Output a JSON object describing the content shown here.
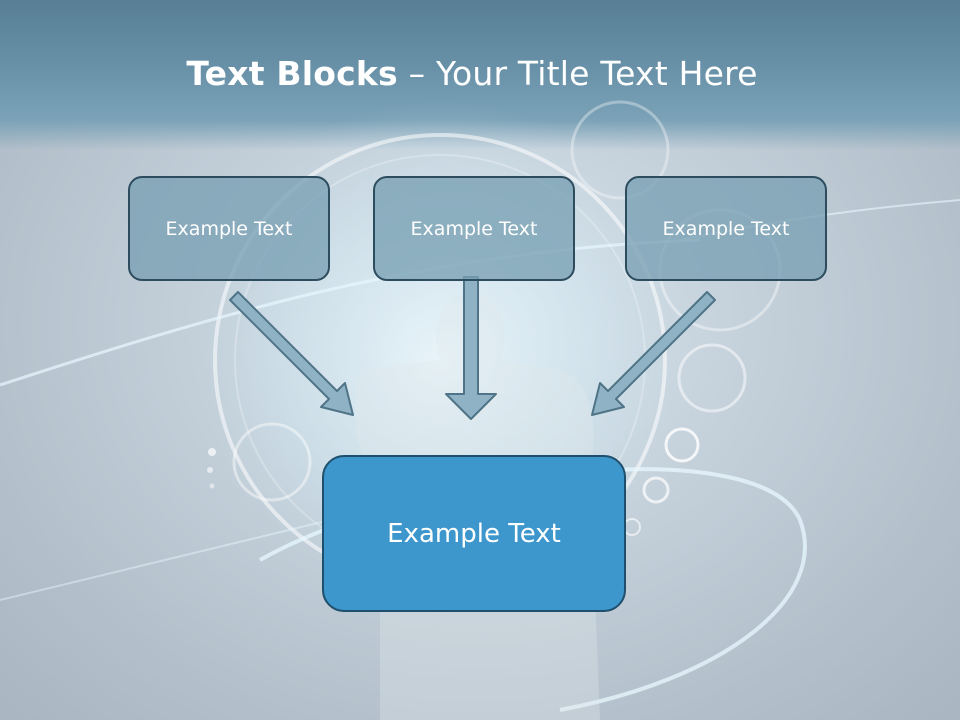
{
  "title": {
    "bold": "Text Blocks",
    "rest": " – Your Title Text Here"
  },
  "blocks": {
    "left": "Example Text",
    "center": "Example Text",
    "right": "Example Text",
    "target": "Example Text"
  },
  "colors": {
    "header": "#6891a8",
    "small_box_fill": "#78a0b4",
    "small_box_border": "#2d4d5e",
    "target_box_fill": "#3d97cc",
    "arrow_fill": "#8fb2c4",
    "arrow_stroke": "#4f7487"
  }
}
